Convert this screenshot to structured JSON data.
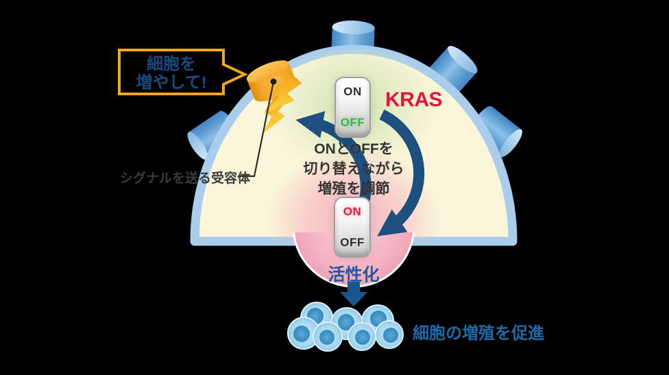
{
  "speech_bubble": {
    "lines": [
      "細胞を",
      "増やして!"
    ]
  },
  "receptor_label": "シグナルを送る受容体",
  "gene_label": "KRAS",
  "switch_top": {
    "on": "ON",
    "off": "OFF",
    "active_state": "OFF"
  },
  "switch_bottom": {
    "on": "ON",
    "off": "OFF",
    "active_state": "ON"
  },
  "cycle_description": {
    "lines": [
      "ONとOFFを",
      "切り替えながら",
      "増殖を調節"
    ]
  },
  "activation_label": "活性化",
  "result_label": "細胞の増殖を促進",
  "colors": {
    "background": "#000000",
    "membrane_border_blue": "#a9cdeb",
    "cytoplasm_cream": "#fbf5d9",
    "receptor_blue": "#5d9dd2",
    "activated_receptor_orange": "#f5a82d",
    "lightning_yellow": "#fdd640",
    "bubble_border_orange": "#f1a71f",
    "bubble_text_navy": "#1b4a7e",
    "kras_red": "#e0143c",
    "off_green": "#3cb54a",
    "on_red": "#e61a3e",
    "cycle_arrow_navy": "#1d507f",
    "activation_pink": "#f3afc0",
    "activation_blue": "#1d5ba4",
    "cell_blue": "#a3d6ef",
    "nucleus_blue": "#3e92c6",
    "result_text_blue": "#1c6cac"
  }
}
